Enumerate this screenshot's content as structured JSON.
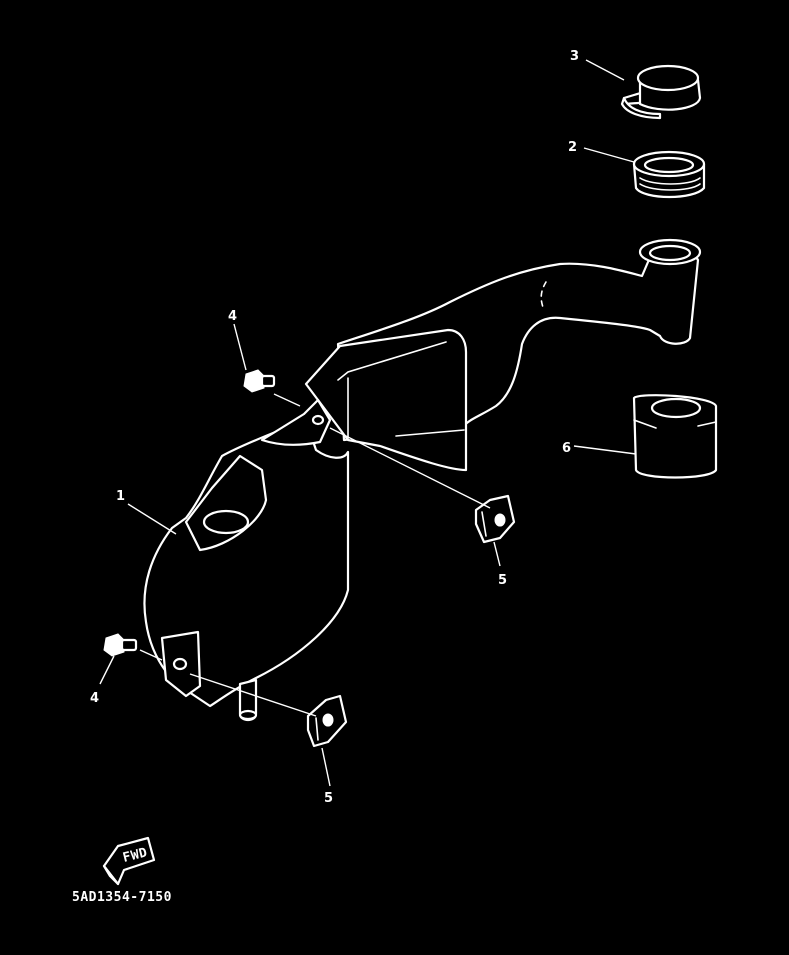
{
  "callouts": {
    "c1": "1",
    "c2": "2",
    "c3": "3",
    "c4a": "4",
    "c4b": "4",
    "c5a": "5",
    "c5b": "5",
    "c6": "6"
  },
  "fwd_label": "FWD",
  "drawing_code": "5AD1354-7150",
  "colors": {
    "background": "#000000",
    "line": "#ffffff"
  }
}
